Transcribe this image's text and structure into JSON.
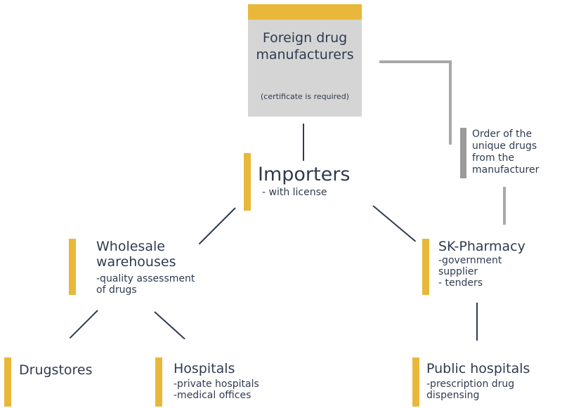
{
  "foreign": {
    "title_line1": "Foreign drug",
    "title_line2": "manufacturers",
    "note": "(certificate is required)"
  },
  "order_note": {
    "line1": "Order of the",
    "line2": "unique drugs",
    "line3": "from the",
    "line4": "manufacturer"
  },
  "importers": {
    "title": "Importers",
    "sub": "- with license"
  },
  "wholesale": {
    "title_line1": "Wholesale",
    "title_line2": "warehouses",
    "sub_line1": "-quality assessment",
    "sub_line2": "of drugs"
  },
  "sk_pharmacy": {
    "title": "SK-Pharmacy",
    "sub_line1": "-government",
    "sub_line2": "supplier",
    "sub_line3": "- tenders"
  },
  "drugstores": {
    "title": "Drugstores"
  },
  "hospitals": {
    "title": "Hospitals",
    "sub_line1": "-private hospitals",
    "sub_line2": "-medical offices"
  },
  "public_hospitals": {
    "title": "Public hospitals",
    "sub_line1": "-prescription drug",
    "sub_line2": "dispensing"
  },
  "colors": {
    "accent": "#e9b83a",
    "text": "#2f3b4f",
    "box_fill": "#d5d5d5",
    "connector_gray": "#a8a8a8"
  }
}
